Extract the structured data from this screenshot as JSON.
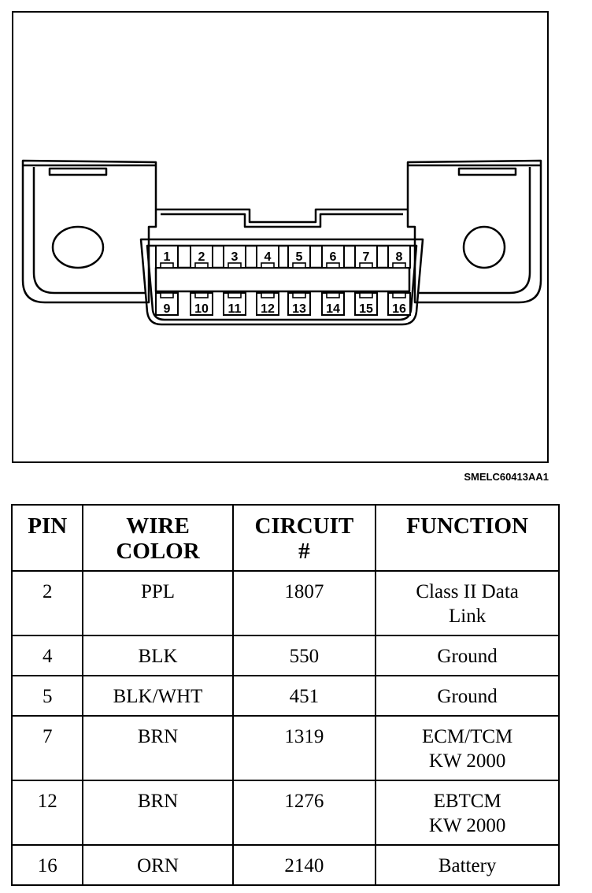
{
  "figure": {
    "code": "SMELC60413AA1",
    "pins_top": [
      "1",
      "2",
      "3",
      "4",
      "5",
      "6",
      "7",
      "8"
    ],
    "pins_bottom": [
      "9",
      "10",
      "11",
      "12",
      "13",
      "14",
      "15",
      "16"
    ]
  },
  "table": {
    "headers": {
      "pin": "PIN",
      "wire_1": "WIRE",
      "wire_2": "COLOR",
      "circuit_1": "CIRCUIT",
      "circuit_2": "#",
      "function": "FUNCTION"
    },
    "rows": [
      {
        "pin": "2",
        "wire": "PPL",
        "circuit": "1807",
        "function_1": "Class II Data",
        "function_2": "Link"
      },
      {
        "pin": "4",
        "wire": "BLK",
        "circuit": "550",
        "function_1": "Ground",
        "function_2": ""
      },
      {
        "pin": "5",
        "wire": "BLK/WHT",
        "circuit": "451",
        "function_1": "Ground",
        "function_2": ""
      },
      {
        "pin": "7",
        "wire": "BRN",
        "circuit": "1319",
        "function_1": "ECM/TCM",
        "function_2": "KW 2000"
      },
      {
        "pin": "12",
        "wire": "BRN",
        "circuit": "1276",
        "function_1": "EBTCM",
        "function_2": "KW 2000"
      },
      {
        "pin": "16",
        "wire": "ORN",
        "circuit": "2140",
        "function_1": "Battery",
        "function_2": ""
      }
    ]
  }
}
